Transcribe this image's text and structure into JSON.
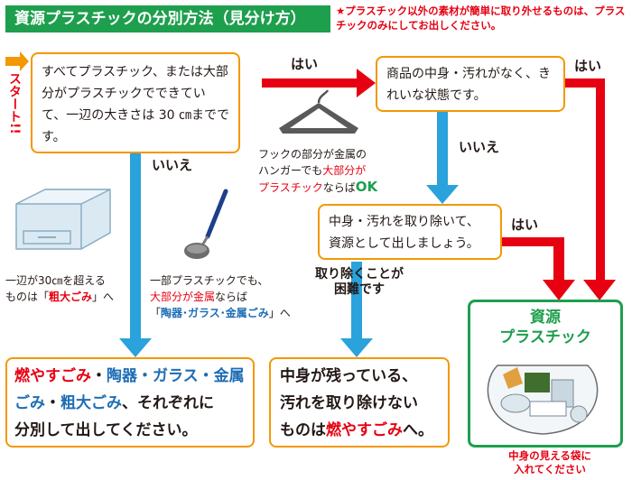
{
  "header": {
    "title": "資源プラスチックの分別方法（見分け方）",
    "note": "★プラスチック以外の素材が簡単に取り外せるものは、プラスチックのみにしてお出しください。"
  },
  "start_label": "スタート!!",
  "q1": "すべてプラスチック、または大部分がプラスチックでできていて、一辺の大きさは 30 ㎝までです。",
  "q2": "商品の中身・汚れがなく、きれいな状態です。",
  "q3": "中身・汚れを取り除いて、資源として出しましょう。",
  "labels": {
    "yes1": "はい",
    "yes2": "はい",
    "yes3": "はい",
    "no1": "いいえ",
    "no2": "いいえ",
    "difficult_1": "取り除くことが",
    "difficult_2": "困難です"
  },
  "hanger_caption": {
    "p1": "フックの部分が金属の",
    "p2": "ハンガーでも",
    "p3": "大部分が",
    "p4": "プラスチック",
    "p5": "ならば",
    "p6": "OK"
  },
  "box_caption": {
    "p1": "一辺が30㎝を超える",
    "p2": "ものは「",
    "p3": "粗大ごみ",
    "p4": "」へ"
  },
  "ladle_caption": {
    "p1": "一部プラスチックでも、",
    "p2": "大部分が金属",
    "p3": "ならば",
    "p4": "「",
    "p5": "陶器･ガラス･金属ごみ",
    "p6": "」へ"
  },
  "result_left": {
    "p1": "燃やすごみ",
    "p2": "・",
    "p3": "陶器・ガラス・金属",
    "p4": "ごみ",
    "p5": "・",
    "p6": "粗大ごみ",
    "p7": "、それぞれに",
    "p8": "分別して出してください。"
  },
  "result_mid": {
    "p1": "中身が残っている、",
    "p2": "汚れを取り除けない",
    "p3": "ものは",
    "p4": "燃やすごみ",
    "p5": "へ。"
  },
  "result_right": {
    "title1": "資源",
    "title2": "プラスチック",
    "bag_note_1": "中身の見える袋に",
    "bag_note_2": "入れてください"
  },
  "colors": {
    "green": "#1e9f4d",
    "red": "#e60012",
    "orange": "#f39800",
    "blue": "#2aa2dc"
  }
}
